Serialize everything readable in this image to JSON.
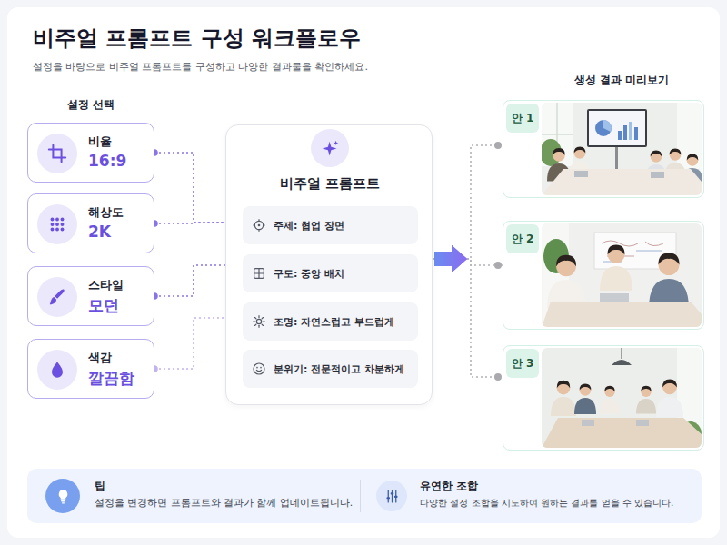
{
  "diagram": {
    "title": "비주얼 프롬프트 구성 워크플로우",
    "nodes": [
      {
        "text": [
          "비율",
          "16:9"
        ]
      },
      {
        "text": [
          "해상도",
          "2K"
        ]
      },
      {
        "text": [
          "스타일",
          "모던"
        ]
      },
      {
        "text": [
          "색감",
          "깔끔함"
        ]
      },
      {
        "text": [
          "비주얼 프롬프트"
        ]
      },
      {
        "text": [
          "주제: 협업 장면"
        ],
        "in": 4
      },
      {
        "text": [
          "구도: 중앙 배치"
        ],
        "in": 4
      },
      {
        "text": [
          "조명: 자연스럽고 부드럽게"
        ],
        "in": 4
      },
      {
        "text": [
          "분위기: 전문적이고 차분하게"
        ],
        "in": 4
      },
      {
        "text": [
          "안 1"
        ]
      },
      {
        "text": [
          "안 2"
        ]
      },
      {
        "text": [
          "안 3"
        ]
      },
      {
        "text": [
          "팁",
          "설정을 변경하면 프롬프트와 결과가 함께 업데이트됩니다.",
          "유연한 조합",
          "다양한 설정 조합을 시도하여 원하는 결과를 얻을 수 있습니다."
        ]
      }
    ],
    "edges": [
      {
        "from": 0,
        "to": 4,
        "arrow": "none"
      },
      {
        "from": 1,
        "to": 4,
        "arrow": "none"
      },
      {
        "from": 2,
        "to": 4,
        "arrow": "none"
      },
      {
        "from": 3,
        "to": 4,
        "arrow": "none"
      },
      {
        "from": 4,
        "to": 9,
        "arrow": "to"
      },
      {
        "from": 4,
        "to": 10,
        "arrow": "to"
      },
      {
        "from": 4,
        "to": 11,
        "arrow": "to"
      }
    ],
    "labels": [
      "설정을 바탕으로 비주얼 프롬프트를 구성하고 다양한 결과물을 확인하세요.",
      "설정 선택",
      "생성 결과 미리보기"
    ]
  }
}
